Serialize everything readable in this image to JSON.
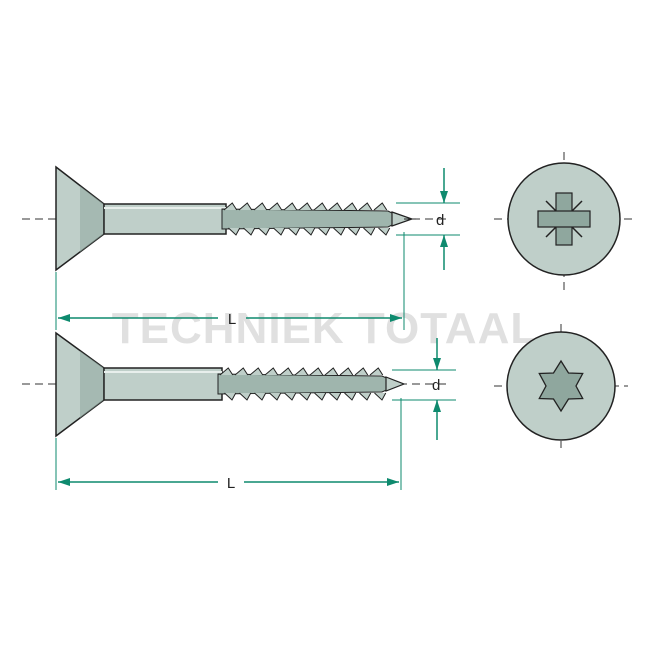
{
  "watermark": "TECHNIEK TOTAAL",
  "screws": [
    {
      "head_drive": "pozidriv",
      "length_label": "L",
      "diameter_label": "d"
    },
    {
      "head_drive": "torx",
      "length_label": "L",
      "diameter_label": "d"
    }
  ],
  "colors": {
    "screw_fill": "#bfcfc9",
    "screw_dark": "#8fa79e",
    "outline": "#222222",
    "dimension": "#0e8a6e",
    "centerline": "#333333"
  }
}
